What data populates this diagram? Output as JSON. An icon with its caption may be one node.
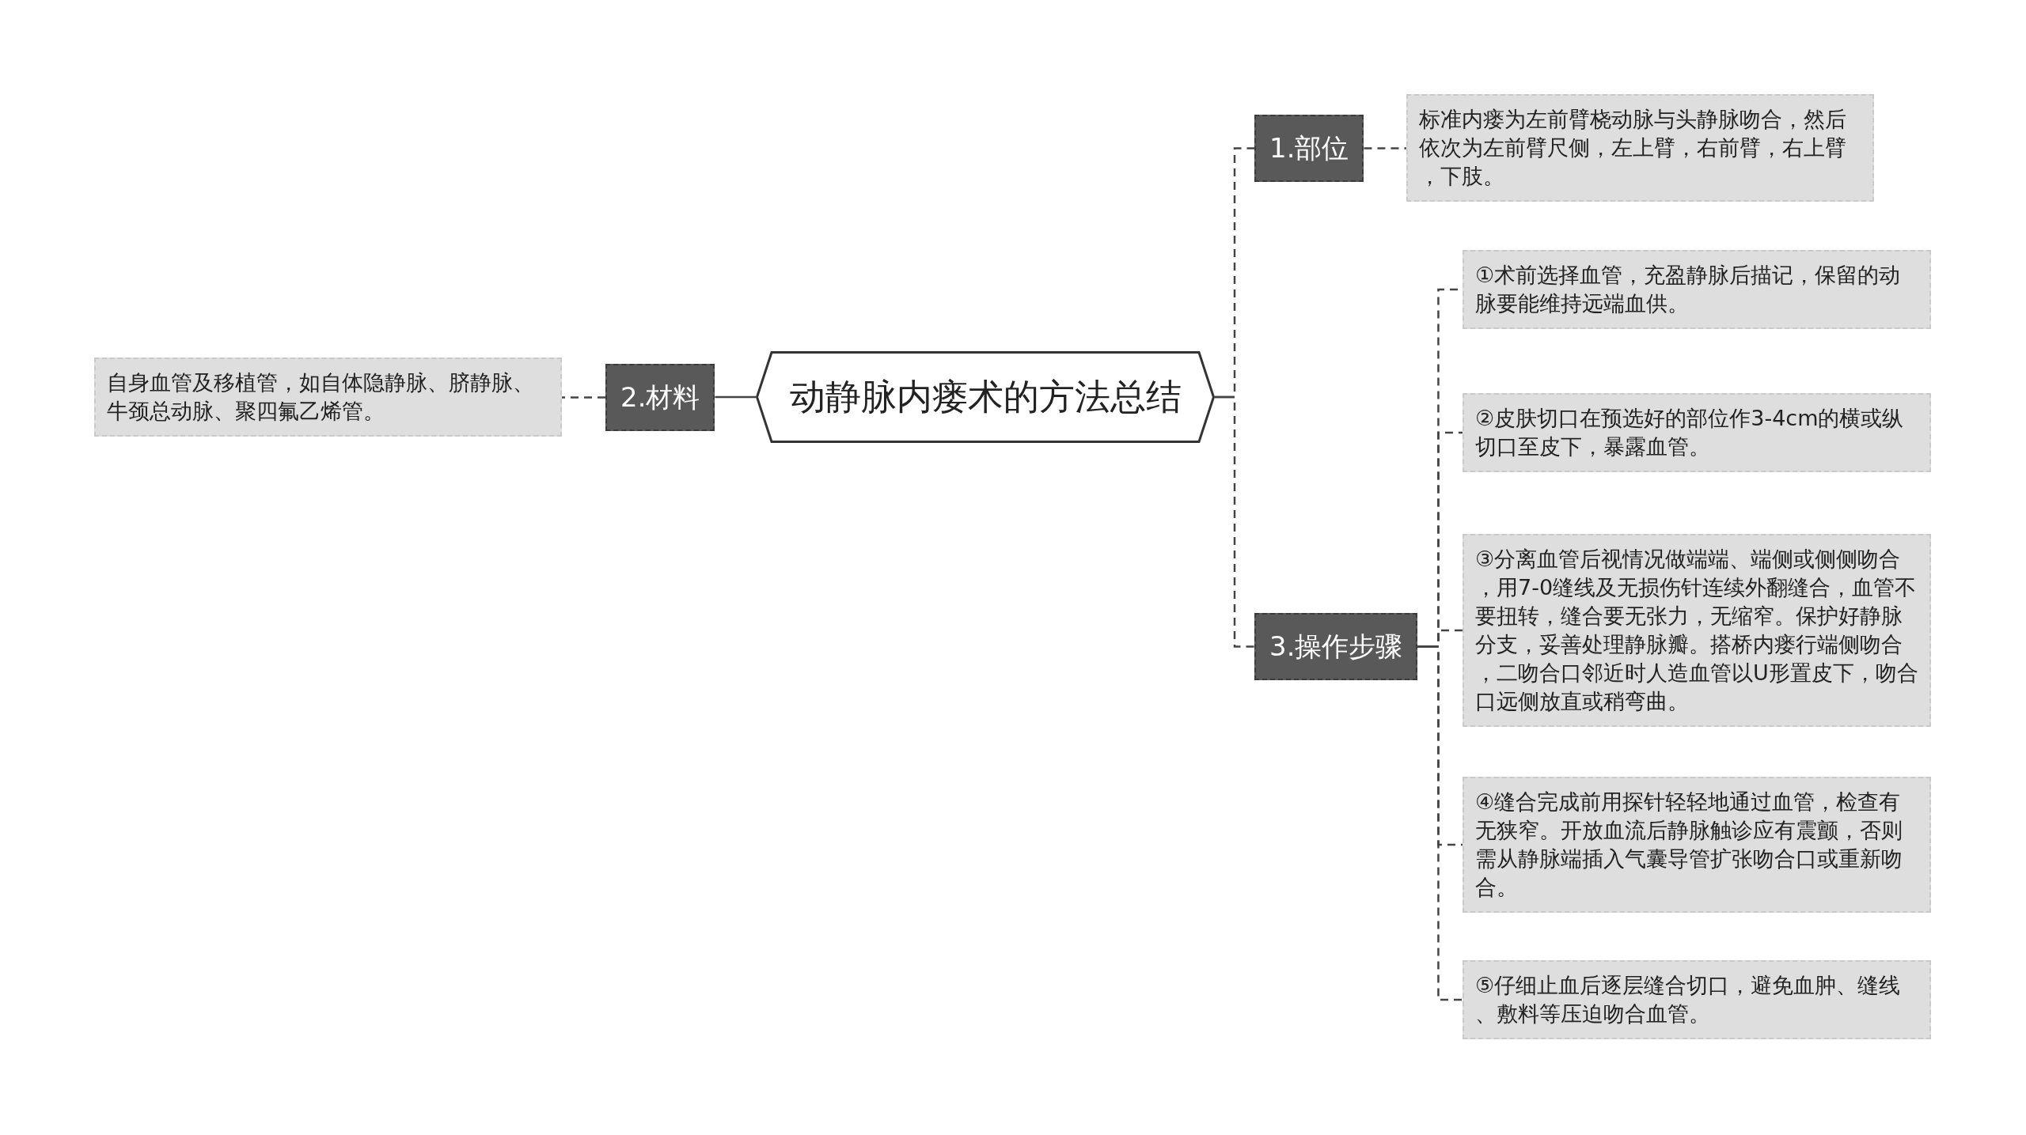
{
  "diagram": {
    "nodes": [
      {
        "text": [
          "动静脉内瘘术的方法总结"
        ]
      },
      {
        "text": [
          "2.材料"
        ]
      },
      {
        "text": [
          "自身血管及移植管，如自体隐静脉、脐静脉、牛颈总动脉、聚四氟乙烯管。"
        ]
      },
      {
        "text": [
          "1.部位"
        ]
      },
      {
        "text": [
          "标准内瘘为左前臂桡动脉与头静脉吻合，然后依次为左前臂尺侧，左上臂，右前臂，右上臂，下肢。"
        ]
      },
      {
        "text": [
          "3.操作步骤"
        ]
      },
      {
        "text": [
          "①术前选择血管，充盈静脉后描记，保留的动脉要能维持远端血供。"
        ]
      },
      {
        "text": [
          "②皮肤切口在预选好的部位作3-4cm的横或纵切口至皮下，暴露血管。"
        ]
      },
      {
        "text": [
          "③分离血管后视情况做端端、端侧或侧侧吻合，用7-0缝线及无损伤针连续外翻缝合，血管不要扭转，缝合要无张力，无缩窄。保护好静脉分支，妥善处理静脉瓣。搭桥内瘘行端侧吻合，二吻合口邻近时人造血管以U形置皮下，吻合口远侧放直或稍弯曲。"
        ]
      },
      {
        "text": [
          "④缝合完成前用探针轻轻地通过血管，检查有无狭窄。开放血流后静脉触诊应有震颤，否则需从静脉端插入气囊导管扩张吻合口或重新吻合。"
        ]
      },
      {
        "text": [
          "⑤仔细止血后逐层缝合切口，避免血肿、缝线、敷料等压迫吻合血管。"
        ]
      }
    ],
    "edges": [
      {
        "from": 0,
        "to": 1,
        "arrow": "none"
      },
      {
        "from": 1,
        "to": 2,
        "arrow": "none",
        "style": "dashed"
      },
      {
        "from": 0,
        "to": 3,
        "arrow": "none",
        "style": "dashed"
      },
      {
        "from": 3,
        "to": 4,
        "arrow": "none",
        "style": "dashed"
      },
      {
        "from": 0,
        "to": 5,
        "arrow": "none",
        "style": "dashed"
      },
      {
        "from": 5,
        "to": 6,
        "arrow": "none",
        "style": "dashed"
      },
      {
        "from": 5,
        "to": 7,
        "arrow": "none",
        "style": "dashed"
      },
      {
        "from": 5,
        "to": 8,
        "arrow": "none",
        "style": "dashed"
      },
      {
        "from": 5,
        "to": 9,
        "arrow": "none",
        "style": "dashed"
      },
      {
        "from": 5,
        "to": 10,
        "arrow": "none",
        "style": "dashed"
      }
    ]
  }
}
